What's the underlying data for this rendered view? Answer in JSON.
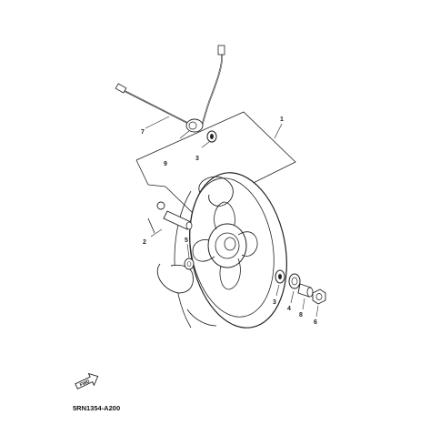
{
  "diagram_code": "5RN1354-A200",
  "fwd_label": "FWD",
  "callouts": {
    "c1": "1",
    "c2": "2",
    "c3a": "3",
    "c3b": "3",
    "c4": "4",
    "c5": "5",
    "c6": "6",
    "c7": "7",
    "c8": "8",
    "c9": "9"
  },
  "icons": {
    "direction_arrow": "fwd-arrow-icon"
  }
}
